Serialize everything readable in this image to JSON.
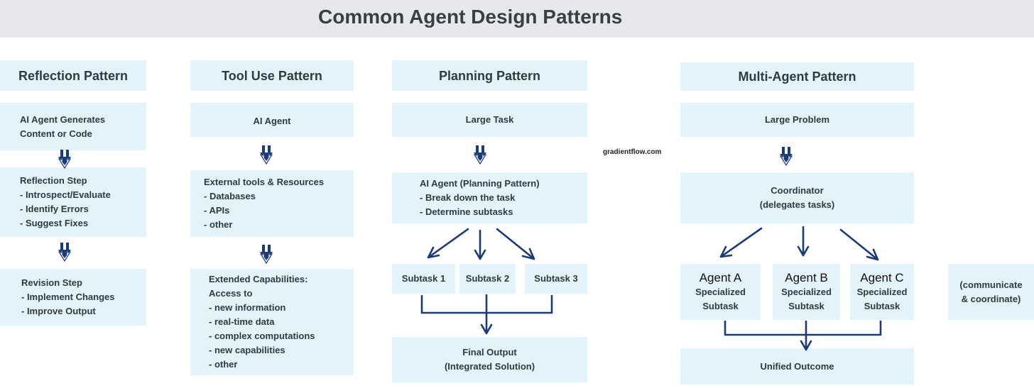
{
  "title": "Common Agent Design Patterns",
  "watermark": "gradientflow.com",
  "reflection": {
    "header": "Reflection Pattern",
    "generate": [
      "AI Agent Generates",
      "Content or Code"
    ],
    "step": [
      "Reflection Step",
      "- Introspect/Evaluate",
      "- Identify Errors",
      "- Suggest Fixes"
    ],
    "revision": [
      "Revision Step",
      "- Implement Changes",
      "- Improve Output"
    ]
  },
  "tool_use": {
    "header": "Tool Use Pattern",
    "agent": "AI Agent",
    "tools": [
      "External tools & Resources",
      "- Databases",
      "- APIs",
      "- other"
    ],
    "capabilities": [
      "Extended Capabilities:",
      "Access to",
      "- new information",
      "- real-time data",
      "- complex computations",
      "- new capabilities",
      "- other"
    ]
  },
  "planning": {
    "header": "Planning Pattern",
    "task": "Large Task",
    "agent": [
      "AI Agent (Planning Pattern)",
      "- Break down the task",
      "- Determine subtasks"
    ],
    "subtasks": [
      "Subtask 1",
      "Subtask 2",
      "Subtask 3"
    ],
    "final": [
      "Final Output",
      "(Integrated Solution)"
    ]
  },
  "multi_agent": {
    "header": "Multi-Agent Pattern",
    "problem": "Large Problem",
    "coordinator": [
      "Coordinator",
      "(delegates tasks)"
    ],
    "agents": [
      {
        "name": "Agent A",
        "line1": "Specialized",
        "line2": "Subtask"
      },
      {
        "name": "Agent B",
        "line1": "Specialized",
        "line2": "Subtask"
      },
      {
        "name": "Agent C",
        "line1": "Specialized",
        "line2": "Subtask"
      }
    ],
    "communicate": [
      "(communicate",
      "& coordinate)"
    ],
    "outcome": "Unified Outcome"
  },
  "colors": {
    "box": "#e3f3fb",
    "arrow": "#1a3a78",
    "banner": "#e7e8ec"
  },
  "icons": [
    "double-down-arrow-icon",
    "down-arrow-icon",
    "diagonal-arrow-icon"
  ]
}
